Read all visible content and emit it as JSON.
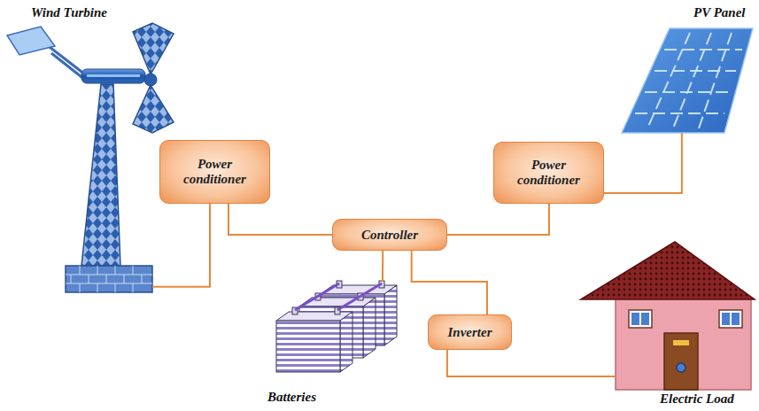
{
  "diagram": {
    "nodes": [
      {
        "text": [
          "Wind Turbine"
        ]
      },
      {
        "text": [
          "PV Panel"
        ]
      },
      {
        "text": [
          "Power conditioner"
        ]
      },
      {
        "text": [
          "Power conditioner"
        ]
      },
      {
        "text": [
          "Controller"
        ]
      },
      {
        "text": [
          "Batteries"
        ]
      },
      {
        "text": [
          "Inverter"
        ]
      },
      {
        "text": [
          "Electric Load"
        ]
      }
    ],
    "edges": [
      {
        "from": 0,
        "to": 2,
        "arrow": "none"
      },
      {
        "from": 1,
        "to": 3,
        "arrow": "none"
      },
      {
        "from": 2,
        "to": 4,
        "arrow": "none"
      },
      {
        "from": 3,
        "to": 4,
        "arrow": "none"
      },
      {
        "from": 4,
        "to": 5,
        "arrow": "none"
      },
      {
        "from": 4,
        "to": 6,
        "arrow": "none"
      },
      {
        "from": 6,
        "to": 7,
        "arrow": "none"
      }
    ]
  }
}
